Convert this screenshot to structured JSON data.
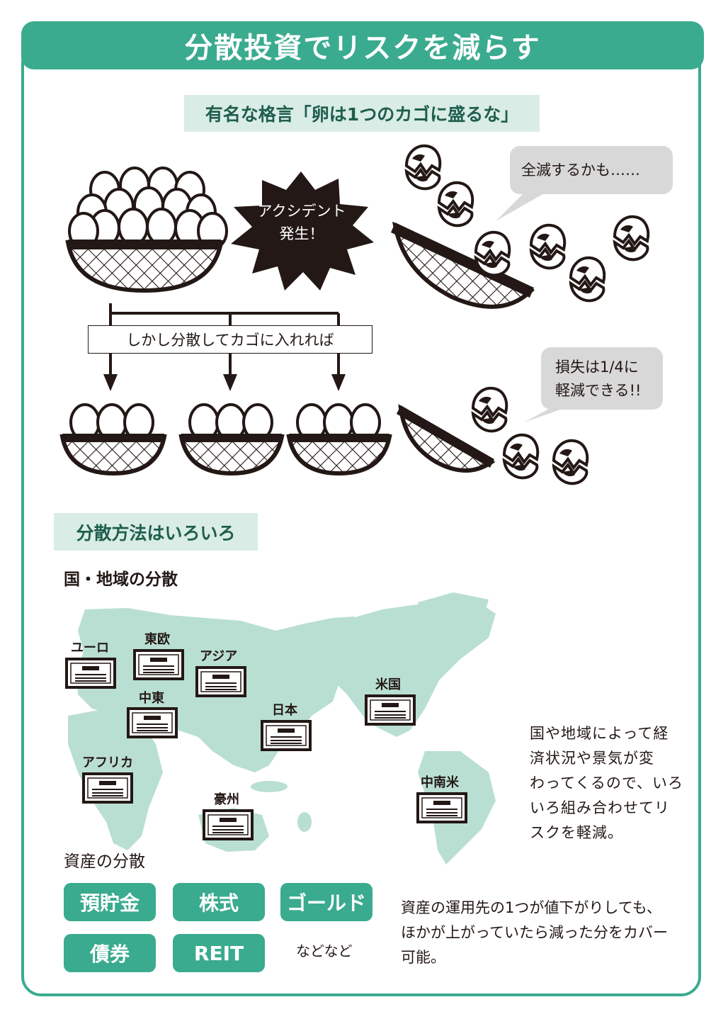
{
  "title": "分散投資でリスクを減らす",
  "proverb": "有名な格言「卵は1つのカゴに盛るな」",
  "accident_label": "アクシデント\n発生！",
  "bubble_total": "全滅するかも……",
  "bubble_quarter": "損失は1/4に\n軽減できる!!",
  "split_label": "しかし分散してカゴに入れれば",
  "methods_heading": "分散方法はいろいろ",
  "region_heading": "国・地域の分散",
  "regions": [
    "ユーロ",
    "東欧",
    "アジア",
    "中東",
    "日本",
    "米国",
    "アフリカ",
    "中南米",
    "豪州"
  ],
  "region_text": "国や地域によって経\n済状況や景気が変\nわってくるので、いろ\nいろ組み合わせてリ\nスクを軽減。",
  "asset_heading": "資産の分散",
  "assets": [
    "預貯金",
    "株式",
    "ゴールド",
    "債券",
    "REIT"
  ],
  "assets_etc": "などなど",
  "asset_text": "資産の運用先の1つが値下がりしても、\nほかが上がっていたら減った分をカバー\n可能。",
  "colors": {
    "accent": "#3aab8f",
    "accent_light": "#d9ece5",
    "map": "#b9dfd2",
    "bubble": "#d8d8d8",
    "ink": "#231815"
  }
}
